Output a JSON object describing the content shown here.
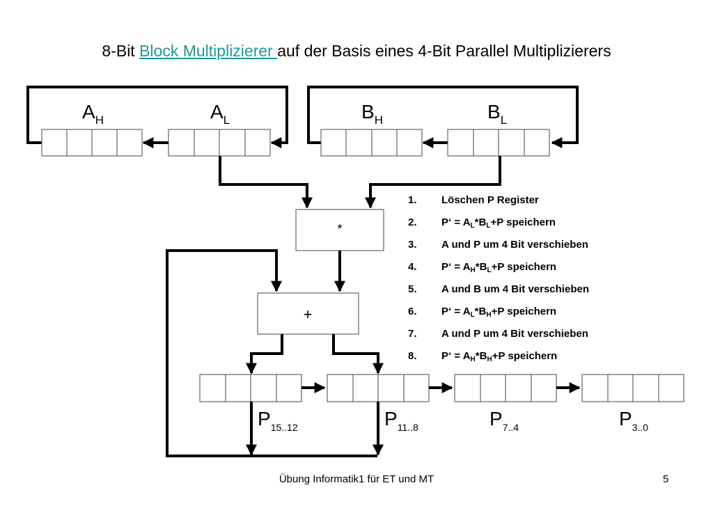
{
  "title": {
    "prefix": "8-Bit ",
    "link": "Block Multiplizierer ",
    "suffix": "auf der Basis eines 4-Bit Parallel Multiplizierers"
  },
  "registers": {
    "a_high": {
      "main": "A",
      "sub": "H"
    },
    "a_low": {
      "main": "A",
      "sub": "L"
    },
    "b_high": {
      "main": "B",
      "sub": "H"
    },
    "b_low": {
      "main": "B",
      "sub": "L"
    },
    "p_15_12": {
      "main": "P",
      "sub": "15..12"
    },
    "p_11_8": {
      "main": "P",
      "sub": "11..8"
    },
    "p_7_4": {
      "main": "P",
      "sub": "7..4"
    },
    "p_3_0": {
      "main": "P",
      "sub": "3..0"
    }
  },
  "operators": {
    "multiply": "*",
    "add": "+"
  },
  "steps": [
    {
      "num": "1.",
      "parts": [
        {
          "t": "Löschen P Register"
        }
      ]
    },
    {
      "num": "2.",
      "parts": [
        {
          "t": "P‘ = A"
        },
        {
          "s": "L"
        },
        {
          "t": "*B"
        },
        {
          "s": "L"
        },
        {
          "t": "+P speichern"
        }
      ]
    },
    {
      "num": "3.",
      "parts": [
        {
          "t": "A und P um 4 Bit verschieben"
        }
      ]
    },
    {
      "num": "4.",
      "parts": [
        {
          "t": "P‘ = A"
        },
        {
          "s": "H"
        },
        {
          "t": "*B"
        },
        {
          "s": "L"
        },
        {
          "t": "+P speichern"
        }
      ]
    },
    {
      "num": "5.",
      "parts": [
        {
          "t": "A und B um 4 Bit verschieben"
        }
      ]
    },
    {
      "num": "6.",
      "parts": [
        {
          "t": "P‘ = A"
        },
        {
          "s": "L"
        },
        {
          "t": "*B"
        },
        {
          "s": "H"
        },
        {
          "t": "+P speichern"
        }
      ]
    },
    {
      "num": "7.",
      "parts": [
        {
          "t": "A und P um 4 Bit verschieben"
        }
      ]
    },
    {
      "num": "8.",
      "parts": [
        {
          "t": "P‘ = A"
        },
        {
          "s": "H"
        },
        {
          "t": "*B"
        },
        {
          "s": "H"
        },
        {
          "t": "+P speichern"
        }
      ]
    }
  ],
  "footer": {
    "text": "Übung Informatik1 für ET und MT",
    "page": "5"
  }
}
